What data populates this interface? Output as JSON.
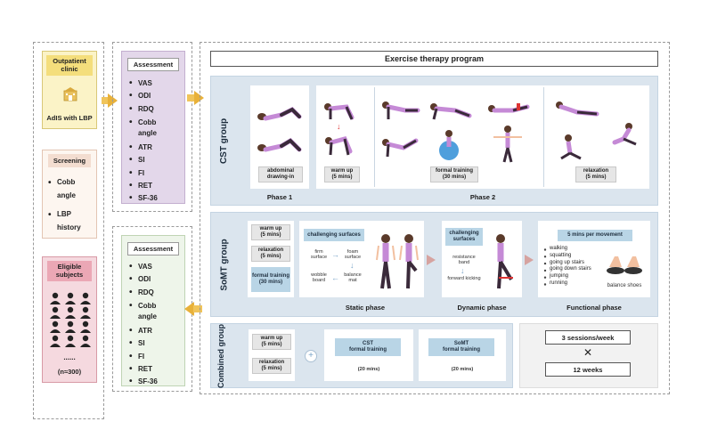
{
  "outpatient": {
    "title": "Outpatient clinic",
    "subtitle": "AdIS with LBP"
  },
  "screening": {
    "title": "Screening",
    "items": [
      "Cobb angle",
      "LBP history"
    ]
  },
  "eligible": {
    "title": "Eligible subjects",
    "dots": "......",
    "count": "(n≈300)"
  },
  "assessment_top": {
    "title": "Assessment",
    "items": [
      "VAS",
      "ODI",
      "RDQ",
      "Cobb angle",
      "ATR",
      "SI",
      "FI",
      "RET",
      "SF-36"
    ]
  },
  "assessment_bottom": {
    "title": "Assessment",
    "items": [
      "VAS",
      "ODI",
      "RDQ",
      "Cobb angle",
      "ATR",
      "SI",
      "FI",
      "RET",
      "SF-36"
    ]
  },
  "program": {
    "title": "Exercise therapy program"
  },
  "cst": {
    "label": "CST group",
    "phase1": {
      "tag": "abdominal drawing-in",
      "label": "Phase 1"
    },
    "phase2": {
      "label": "Phase 2",
      "warmup": "warm up\n(5 mins)",
      "formal": "formal training\n(30 mins)",
      "relax": "relaxation\n(5 mins)"
    }
  },
  "somt": {
    "label": "SoMT group",
    "left_tags": [
      "warm up\n(5 mins)",
      "relaxation\n(5 mins)",
      "formal training\n(30 mins)"
    ],
    "static": {
      "title": "challenging surfaces",
      "items": [
        "firm surface",
        "foam surface",
        "wobble board",
        "balance mat"
      ],
      "label": "Static phase"
    },
    "dynamic": {
      "title": "challenging surfaces",
      "items": [
        "resistance band",
        "forward kicking"
      ],
      "label": "Dynamic phase"
    },
    "functional": {
      "title": "5 mins per movement",
      "items": [
        "walking",
        "squatting",
        "going up stairs",
        "going down stairs",
        "jumping",
        "running"
      ],
      "shoes": "balance shoes",
      "label": "Functional phase"
    }
  },
  "combined": {
    "label": "Combined group",
    "warmup": "warm up\n(5 mins)",
    "relax": "relaxation\n(5 mins)",
    "plus": "+",
    "cst_box": "CST\nformal training",
    "cst_time": "(20 mins)",
    "somt_box": "SoMT\nformal training",
    "somt_time": "(20 mins)"
  },
  "schedule": {
    "sessions": "3 sessions/week",
    "times": "✕",
    "weeks": "12 weeks"
  },
  "colors": {
    "yellow": "#fbf3c7",
    "purple": "#e3d7ea",
    "pink": "#f5d9df",
    "green": "#eef5ea",
    "blue": "#dbe5ee",
    "arrow": "#e8b13a",
    "tag": "#b9d5e6"
  }
}
